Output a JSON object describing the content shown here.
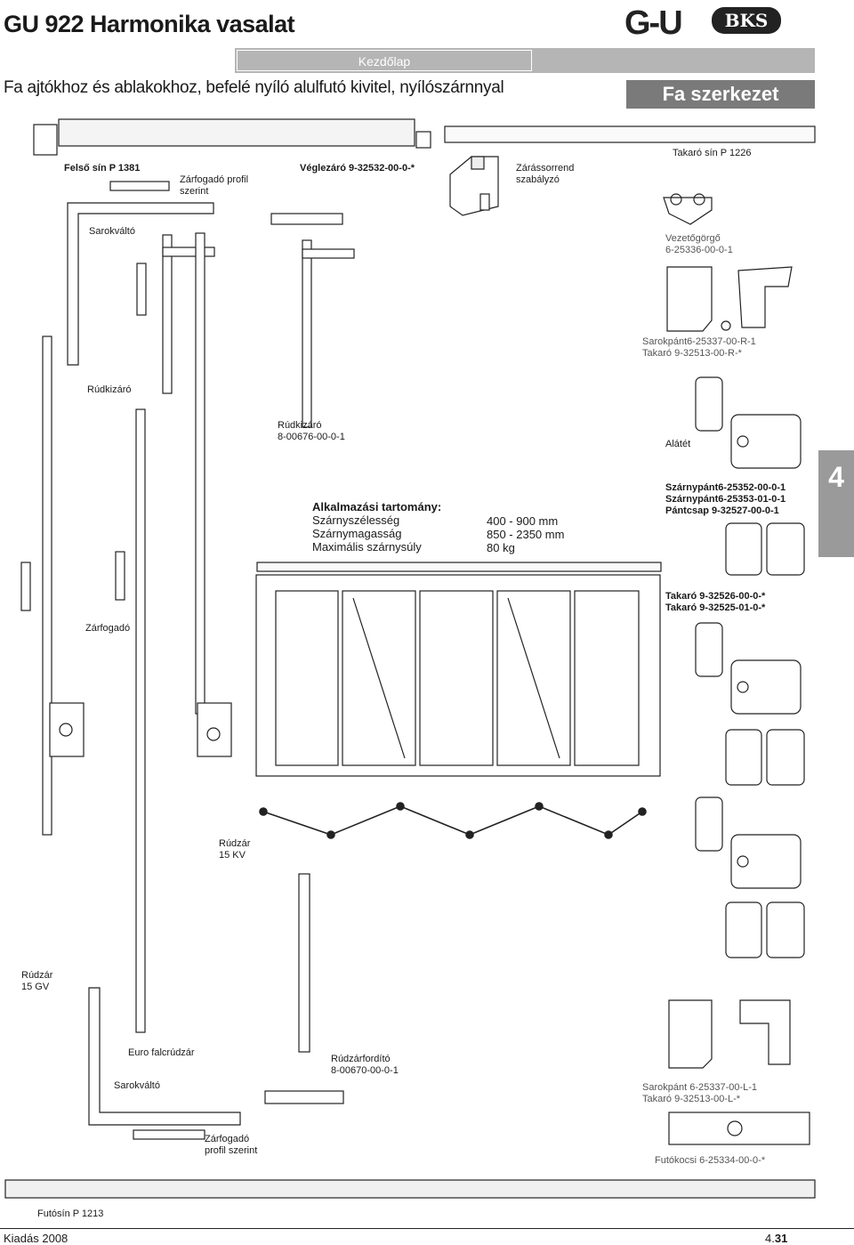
{
  "header": {
    "title": "GU 922 Harmonika vasalat",
    "home_label": "Kezdőlap",
    "subtitle": "Fa ajtókhoz és ablakokhoz, befelé nyíló alulfutó kivitel, nyílószárnnyal",
    "section": "Fa szerkezet",
    "logo_gu": "G-U",
    "logo_bks": "BKS"
  },
  "tab": {
    "label": "4"
  },
  "labels": {
    "felso_sin": "Felső sín P 1381",
    "zarfogado_profil_1": "Zárfogadó profil",
    "zarfogado_profil_2": "szerint",
    "vegelzaro": "Véglezáró 9-32532-00-0-*",
    "zarassorrend_1": "Zárássorrend",
    "zarassorrend_2": "szabályzó",
    "takaro_sin": "Takaró sín P 1226",
    "sarokvalto_top": "Sarokváltó",
    "vezetogorgo_1": "Vezetőgörgő",
    "vezetogorgo_2": "6-25336-00-0-1",
    "sarokpant_r_1": "Sarokpánt6-25337-00-R-1",
    "sarokpant_r_2": "Takaró     9-32513-00-R-*",
    "rudkizaro_left": "Rúdkizáró",
    "rudkizaro_1": "Rúdkizáró",
    "rudkizaro_2": "8-00676-00-0-1",
    "alatet": "Alátét",
    "szarnypant_1": "Szárnypánt6-25352-00-0-1",
    "szarnypant_2": "Szárnypánt6-25353-01-0-1",
    "szarnypant_3": "Pántcsap  9-32527-00-0-1",
    "takaro_1": "Takaró  9-32526-00-0-*",
    "takaro_2": "Takaró  9-32525-01-0-*",
    "zarfogado_mid": "Zárfogadó",
    "rudzar_kv_1": "Rúdzár",
    "rudzar_kv_2": "15 KV",
    "rudzar_gv_1": "Rúdzár",
    "rudzar_gv_2": "15 GV",
    "euro_falc": "Euro falcrúdzár",
    "sarokvalto_bottom": "Sarokváltó",
    "rudzarfordito_1": "Rúdzárfordító",
    "rudzarfordito_2": "8-00670-00-0-1",
    "sarokpant_l_1": "Sarokpánt 6-25337-00-L-1",
    "sarokpant_l_2": "Takaró     9-32513-00-L-*",
    "zarfogado_bottom_1": "Zárfogadó",
    "zarfogado_bottom_2": "profil szerint",
    "futokocsi": "Futókocsi 6-25334-00-0-*",
    "futosin": "Futósín P 1213"
  },
  "spec": {
    "heading": "Alkalmazási  tartomány:",
    "rows": [
      {
        "name": "Szárnyszélesség",
        "value": "400 - 900 mm"
      },
      {
        "name": "Szárnymagasság",
        "value": "850 - 2350 mm"
      },
      {
        "name": "Maximális  szárnysúly",
        "value": "80  kg"
      }
    ]
  },
  "footer": {
    "edition": "Kiadás 2008",
    "page_prefix": "4.",
    "page_num": "31"
  }
}
